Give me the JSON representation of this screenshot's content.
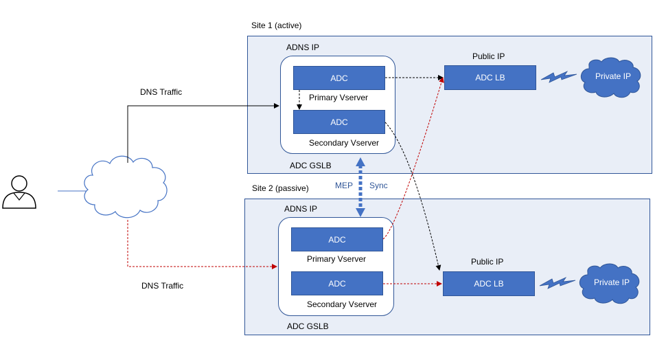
{
  "site1": {
    "title": "Site 1 (active)",
    "adns_ip": "ADNS IP",
    "gslb_label": "ADC GSLB",
    "primary_box": "ADC",
    "primary_label": "Primary Vserver",
    "secondary_box": "ADC",
    "secondary_label": "Secondary Vserver",
    "public_ip": "Public IP",
    "lb_label": "ADC LB",
    "private_ip": "Private IP"
  },
  "site2": {
    "title": "Site 2 (passive)",
    "adns_ip": "ADNS IP",
    "gslb_label": "ADC GSLB",
    "primary_box": "ADC",
    "primary_label": "Primary Vserver",
    "secondary_box": "ADC",
    "secondary_label": "Secondary Vserver",
    "public_ip": "Public IP",
    "lb_label": "ADC LB",
    "private_ip": "Private IP"
  },
  "sync": {
    "mep": "MEP",
    "sync": "Sync"
  },
  "traffic": {
    "top": "DNS Traffic",
    "bottom": "DNS Traffic"
  },
  "colors": {
    "site_fill": "#e9eef7",
    "accent": "#4472c4",
    "border": "#2f5597",
    "red_arrow": "#c00000"
  }
}
